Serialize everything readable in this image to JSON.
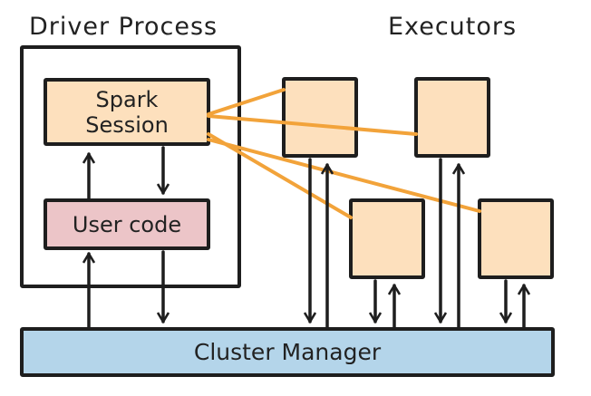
{
  "titles": {
    "driver": "Driver Process",
    "executors": "Executors"
  },
  "spark_session": {
    "line1": "Spark",
    "line2": "Session"
  },
  "user_code": "User code",
  "cluster_manager": "Cluster Manager",
  "colors": {
    "session_fill": "#fde0bd",
    "user_code_fill": "#ecc5c8",
    "executor_fill": "#fde0bd",
    "cluster_fill": "#b4d5ea",
    "wire": "#f2a33a",
    "stroke": "#1e1e1e"
  }
}
